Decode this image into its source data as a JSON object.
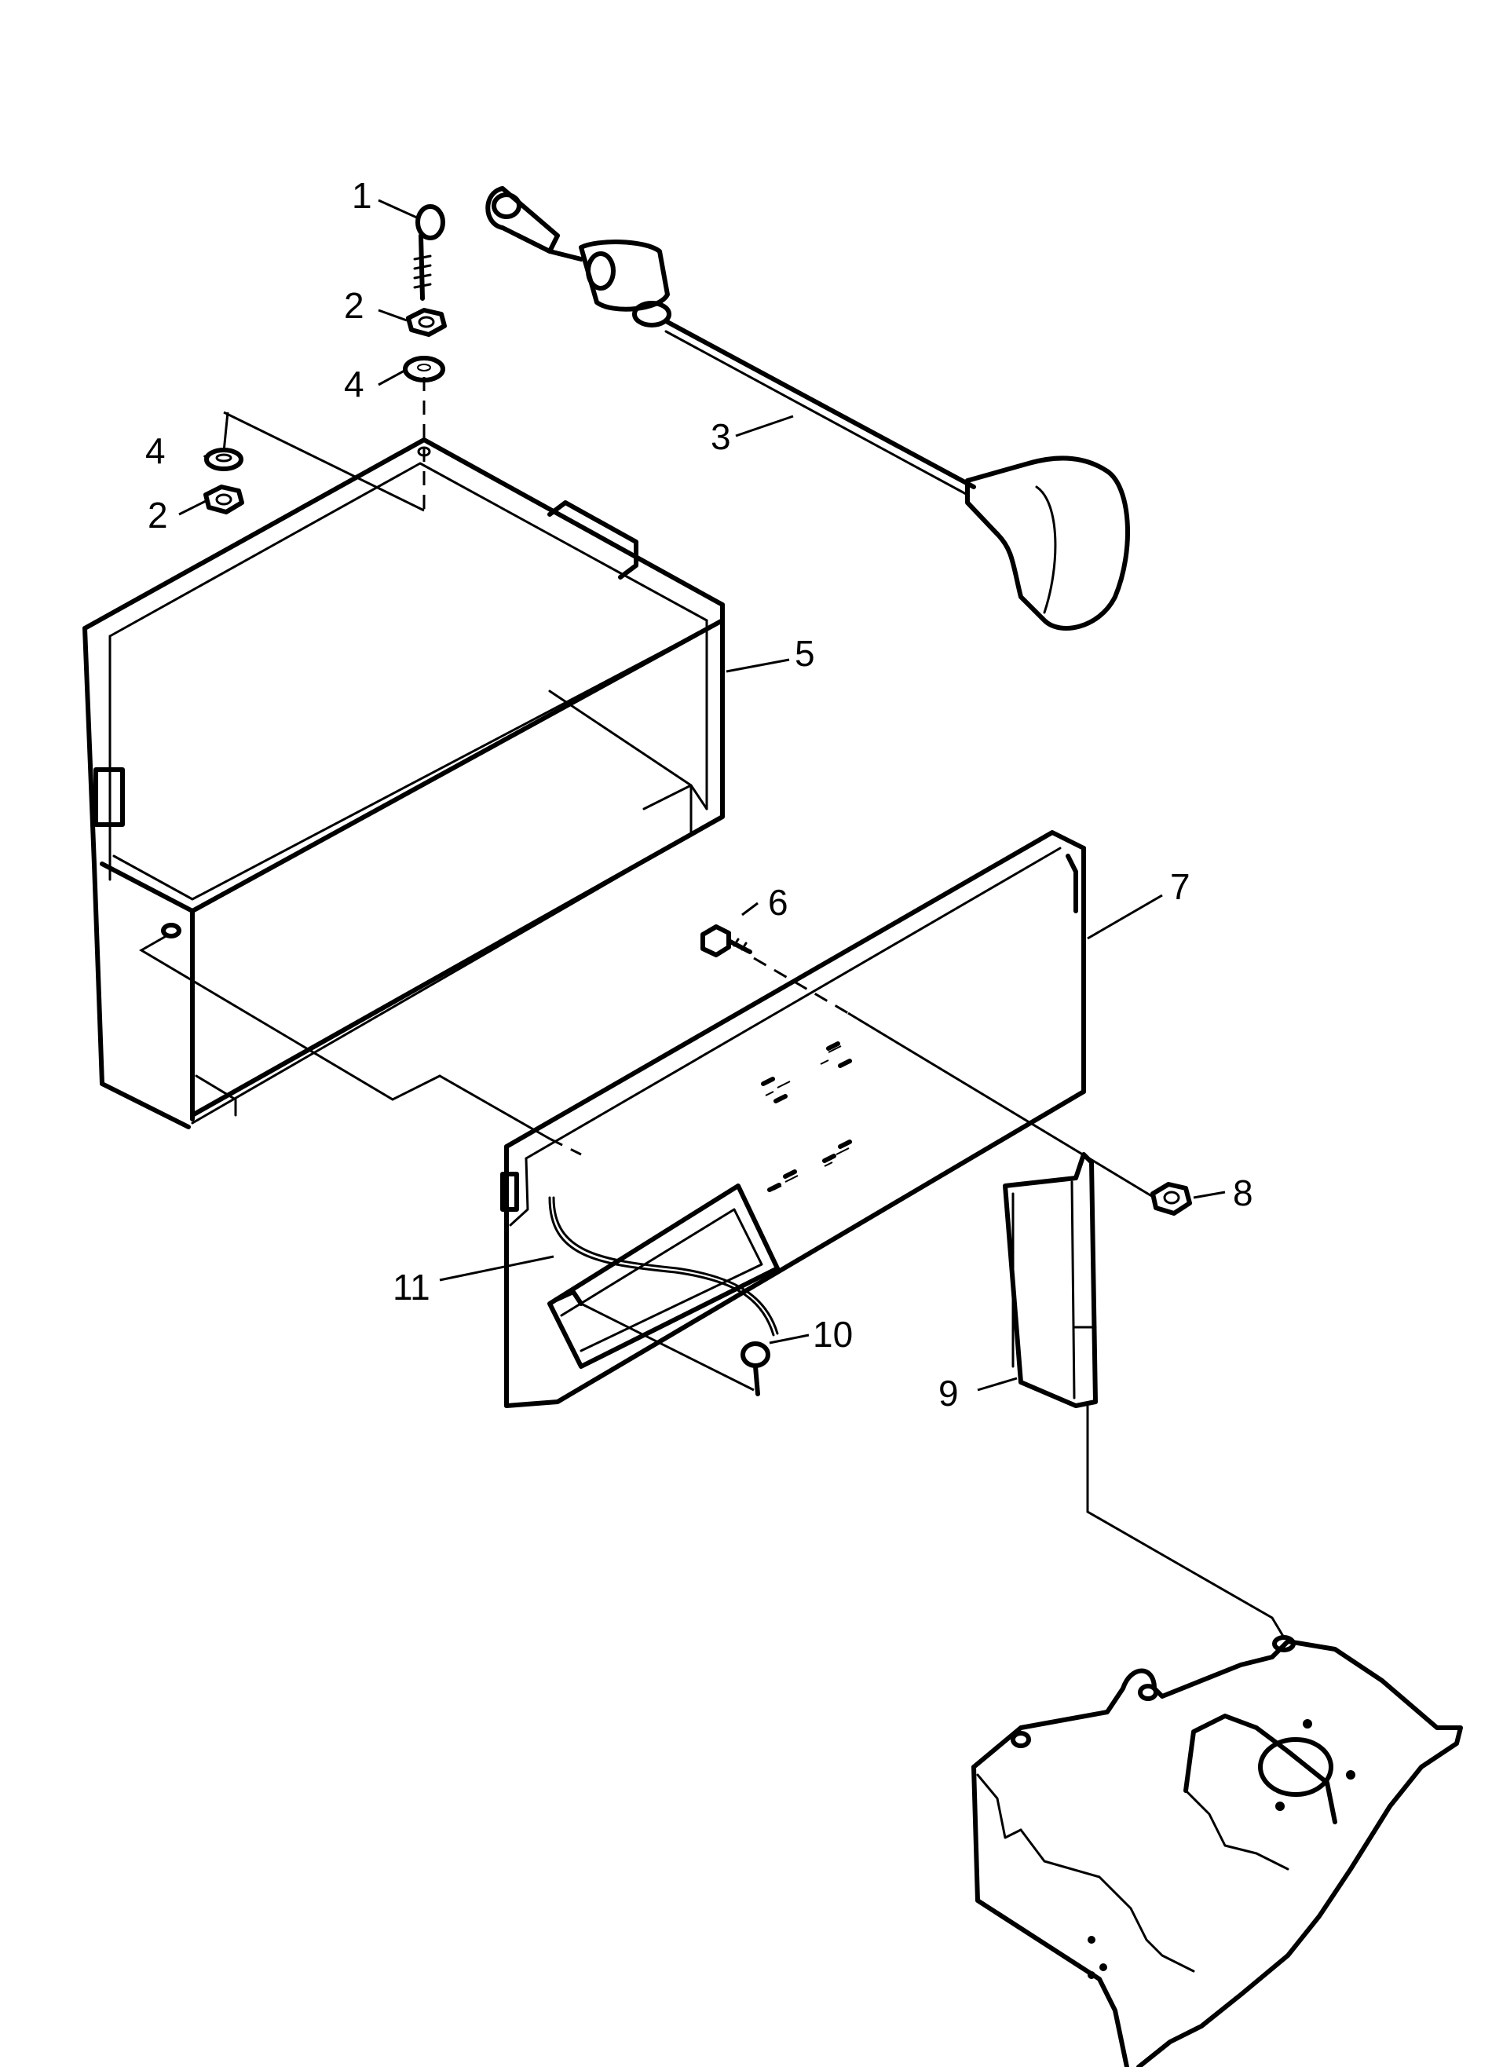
{
  "callouts": [
    {
      "id": "c1",
      "number": "1"
    },
    {
      "id": "c2a",
      "number": "2"
    },
    {
      "id": "c4a",
      "number": "4"
    },
    {
      "id": "c4b",
      "number": "4"
    },
    {
      "id": "c2b",
      "number": "2"
    },
    {
      "id": "c3",
      "number": "3"
    },
    {
      "id": "c5",
      "number": "5"
    },
    {
      "id": "c6",
      "number": "6"
    },
    {
      "id": "c7",
      "number": "7"
    },
    {
      "id": "c8",
      "number": "8"
    },
    {
      "id": "c11",
      "number": "11"
    },
    {
      "id": "c10",
      "number": "10"
    },
    {
      "id": "c9",
      "number": "9"
    }
  ]
}
